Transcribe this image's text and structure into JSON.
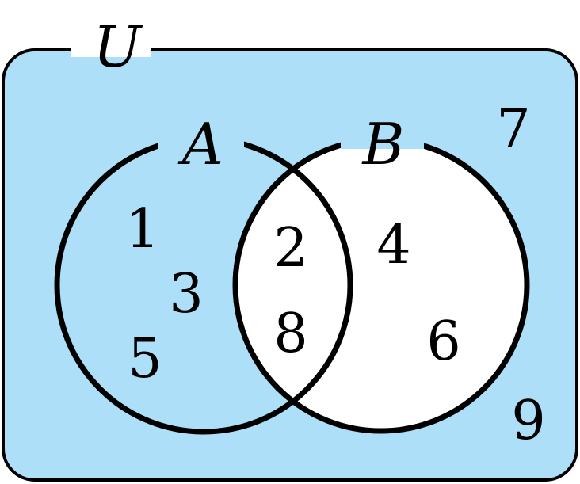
{
  "colors": {
    "universe_fill": "#ade0f8",
    "set_b_fill": "#ffffff",
    "stroke": "#000000"
  },
  "labels": {
    "universe": "U",
    "set_a": "A",
    "set_b": "B"
  },
  "regions": {
    "a_only": [
      "1",
      "3",
      "5"
    ],
    "a_and_b": [
      "2",
      "8"
    ],
    "b_only": [
      "4",
      "6"
    ],
    "outside": [
      "7",
      "9"
    ]
  }
}
